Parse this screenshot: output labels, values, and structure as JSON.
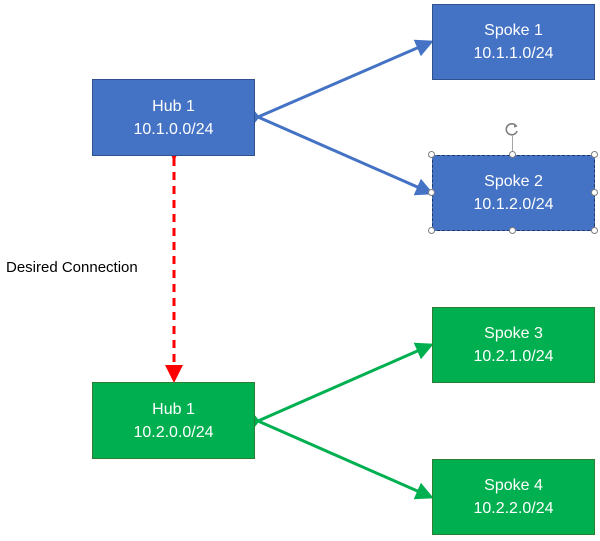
{
  "colors": {
    "blue_fill": "#4472c4",
    "green_fill": "#00b050",
    "blue_link": "#4472c4",
    "green_link": "#00b050",
    "desired_link": "#ff0000"
  },
  "nodes": {
    "hub1_top": {
      "title": "Hub 1",
      "subnet": "10.1.0.0/24"
    },
    "spoke1": {
      "title": "Spoke 1",
      "subnet": "10.1.1.0/24"
    },
    "spoke2": {
      "title": "Spoke 2",
      "subnet": "10.1.2.0/24"
    },
    "hub1_bottom": {
      "title": "Hub 1",
      "subnet": "10.2.0.0/24"
    },
    "spoke3": {
      "title": "Spoke 3",
      "subnet": "10.2.1.0/24"
    },
    "spoke4": {
      "title": "Spoke 4",
      "subnet": "10.2.2.0/24"
    }
  },
  "desired_connection_label": "Desired Connection",
  "selected_node": "spoke2",
  "icons": {
    "rotate": "rotate-handle-icon"
  }
}
